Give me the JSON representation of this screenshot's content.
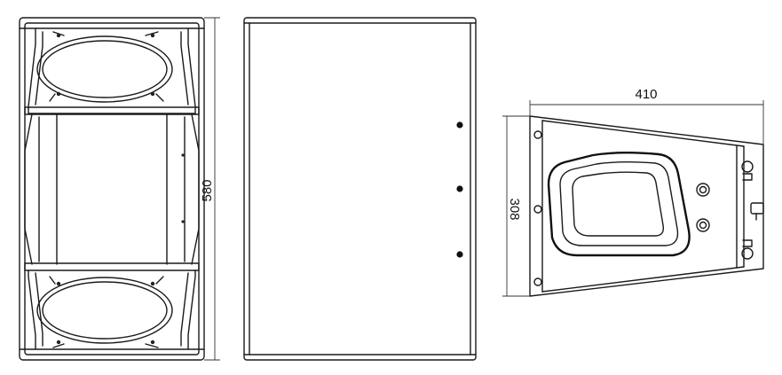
{
  "dimensions": {
    "height_label": "580",
    "width_label": "410",
    "depth_label": "308"
  },
  "colors": {
    "line": "#1a1a1a",
    "background": "#ffffff"
  }
}
